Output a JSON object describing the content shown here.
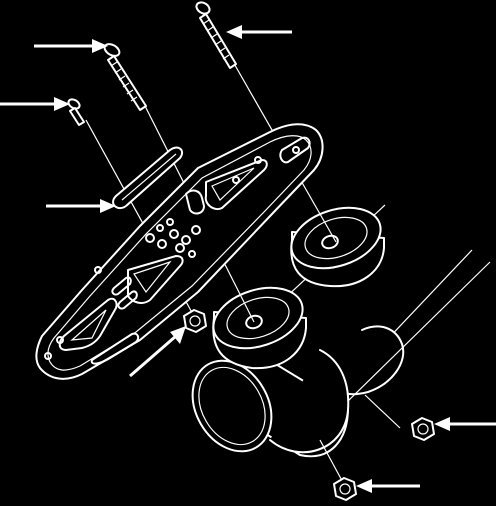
{
  "figure": {
    "background": "#000000",
    "line_color": "#ffffff",
    "parts": [
      "mounting-plate",
      "long-screw-right",
      "long-screw-middle",
      "short-screw",
      "spacer-bar",
      "standoff-upper",
      "standoff-lower",
      "tube-upper",
      "tube-lower",
      "nut-plate",
      "nut-right",
      "nut-bottom"
    ],
    "arrow_count": 7
  }
}
